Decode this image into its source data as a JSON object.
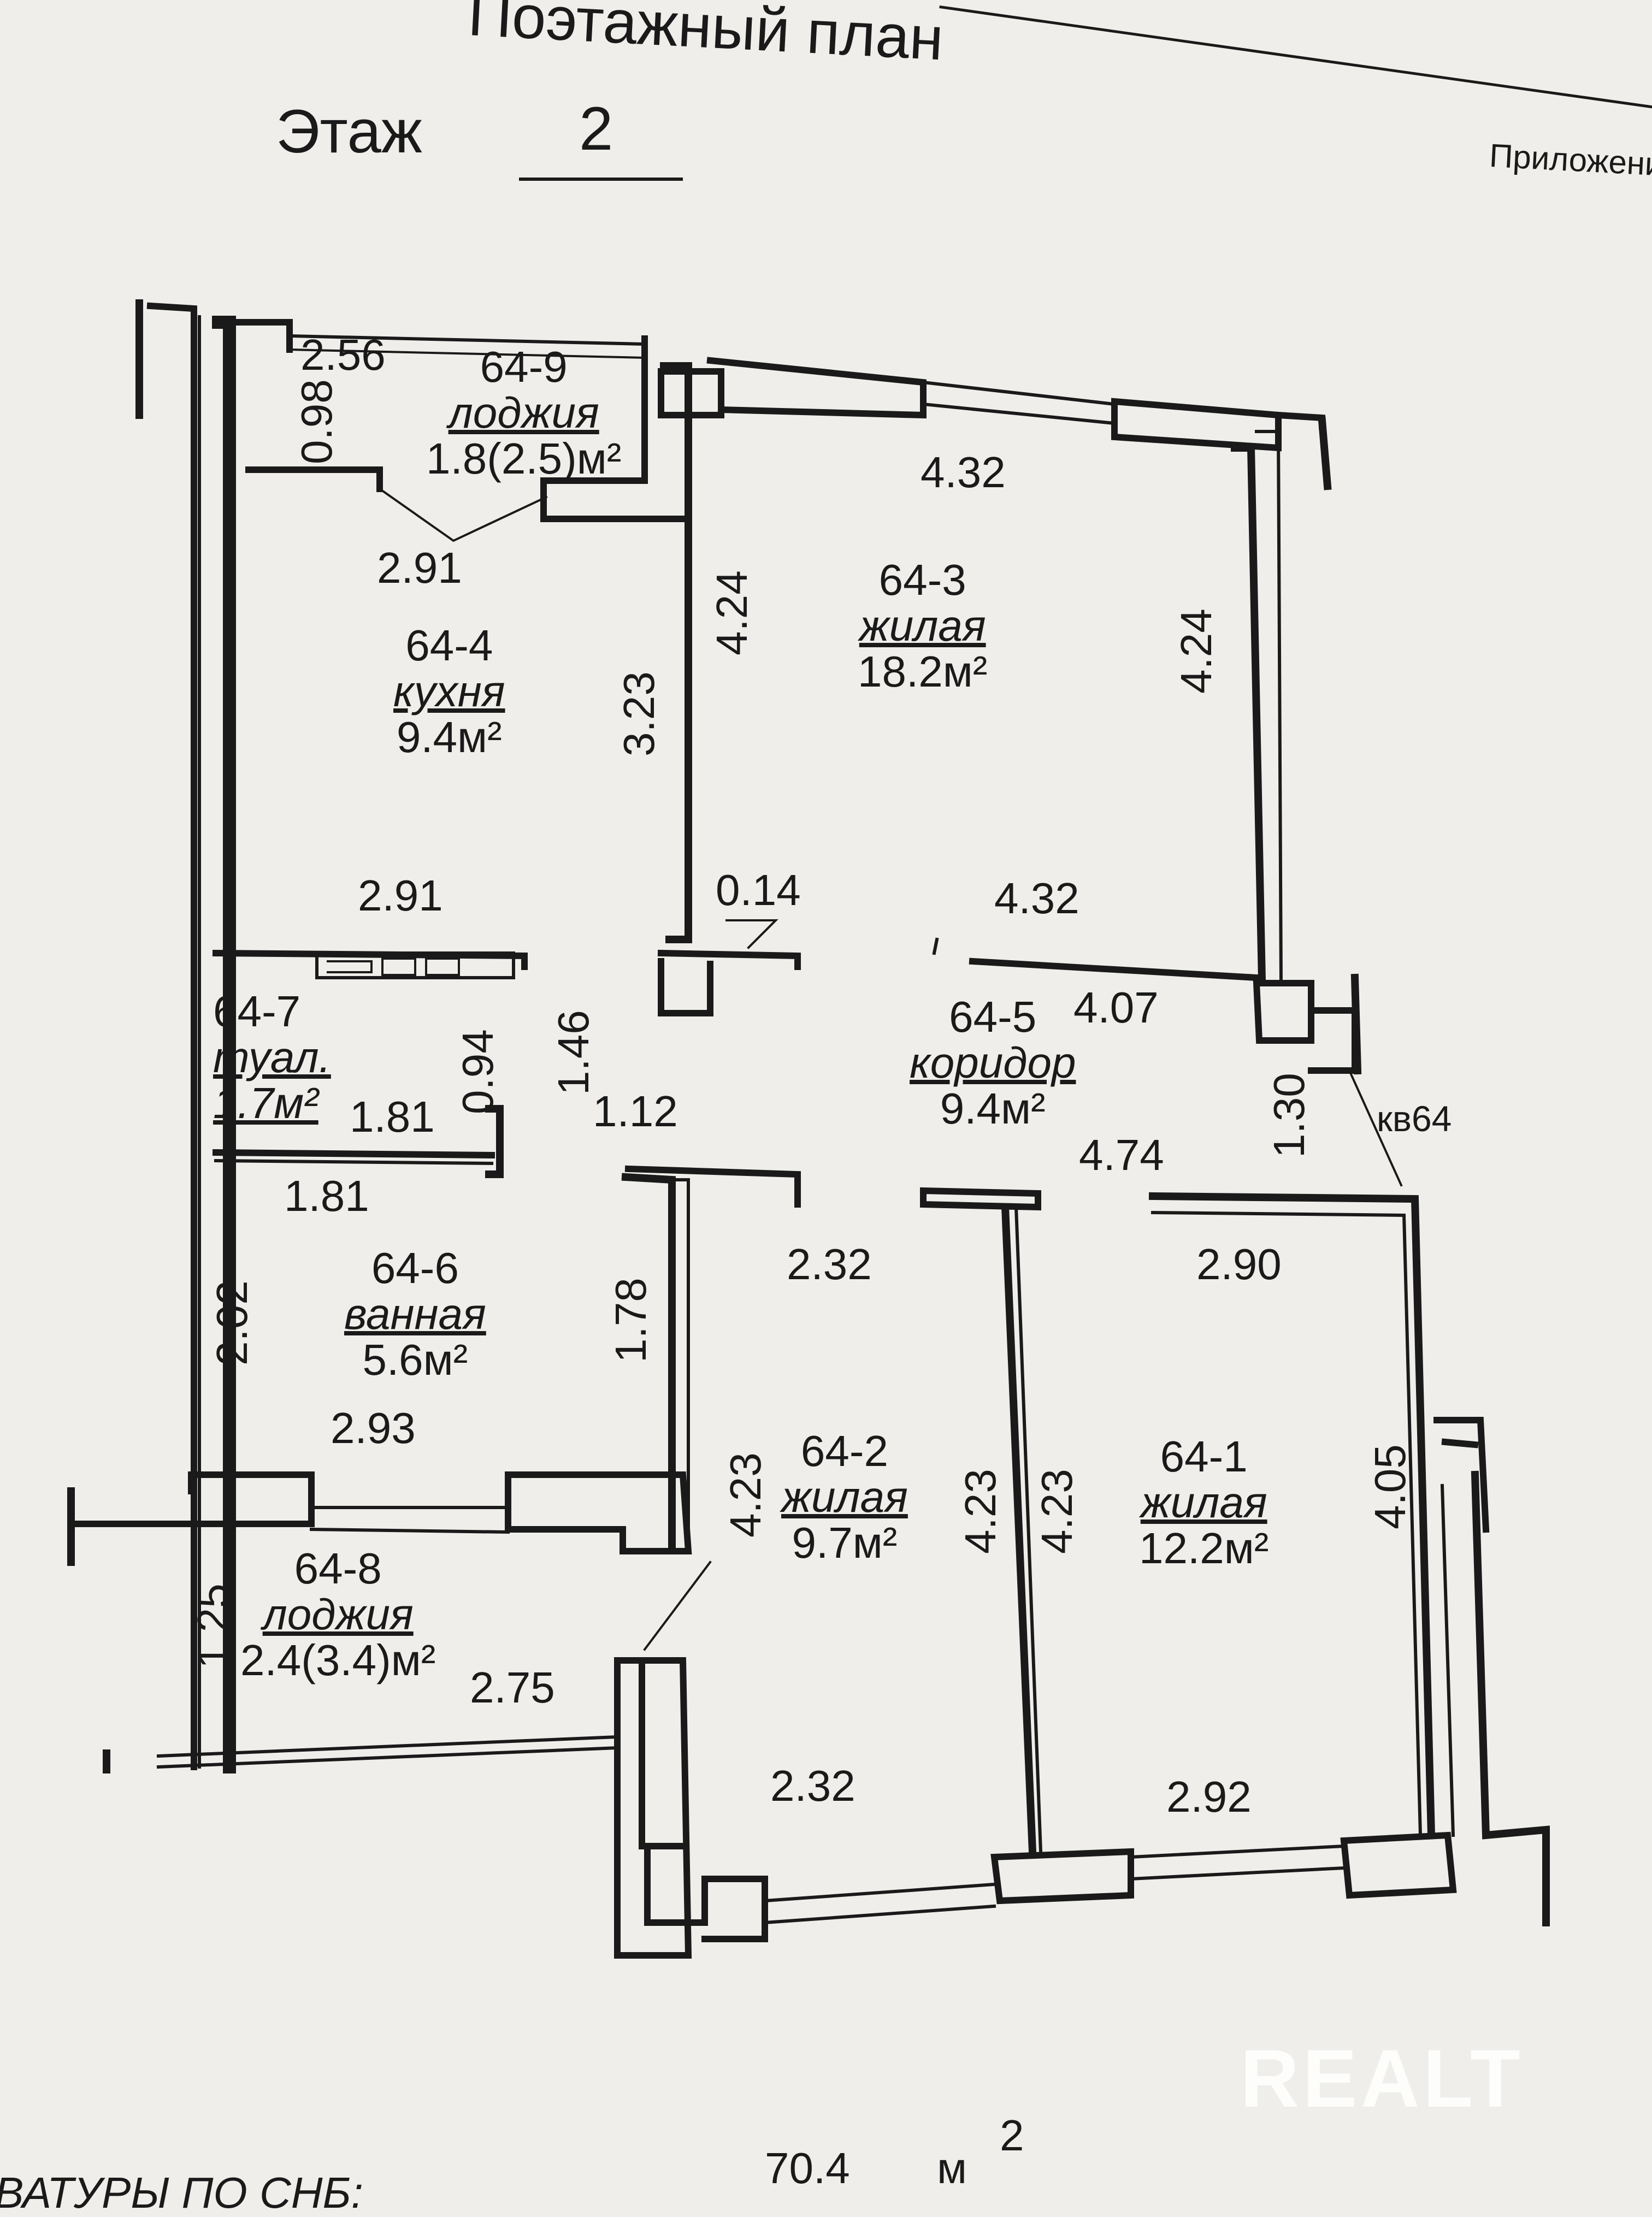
{
  "header": {
    "title": "Поэтажный план",
    "floor_label": "Этаж",
    "floor_value": "2",
    "appendix": "Приложение"
  },
  "dimensions": {
    "d_256": "2.56",
    "d_098": "0.98",
    "d_291_top": "2.91",
    "d_432_top": "4.32",
    "d_424_left": "4.24",
    "d_424_right": "4.24",
    "d_323": "3.23",
    "d_291_mid": "2.91",
    "d_014": "0.14",
    "d_432_mid": "4.32",
    "d_407": "4.07",
    "d_094": "0.94",
    "d_146": "1.46",
    "d_112": "1.12",
    "d_181_a": "1.81",
    "d_181_b": "1.81",
    "d_474": "4.74",
    "d_130": "1.30",
    "d_232_top": "2.32",
    "d_290": "2.90",
    "d_202": "2.02",
    "d_178": "1.78",
    "d_293": "2.93",
    "d_423_a": "4.23",
    "d_423_b": "4.23",
    "d_423_c": "4.23",
    "d_405": "4.05",
    "d_125": "1.25",
    "d_275": "2.75",
    "d_232_bottom": "2.32",
    "d_292": "2.92"
  },
  "rooms": {
    "r_64_9": {
      "id": "64-9",
      "name": "лоджия",
      "area": "1.8(2.5)м²"
    },
    "r_64_4": {
      "id": "64-4",
      "name": "кухня",
      "area": "9.4м²"
    },
    "r_64_3": {
      "id": "64-3",
      "name": "жилая",
      "area": "18.2м²"
    },
    "r_64_7": {
      "id": "64-7",
      "name": "туал.",
      "area": "1.7м²"
    },
    "r_64_5": {
      "id": "64-5",
      "name": "коридор",
      "area": "9.4м²"
    },
    "r_64_6": {
      "id": "64-6",
      "name": "ванная",
      "area": "5.6м²"
    },
    "r_64_2": {
      "id": "64-2",
      "name": "жилая",
      "area": "9.7м²"
    },
    "r_64_1": {
      "id": "64-1",
      "name": "жилая",
      "area": "12.2м²"
    },
    "r_64_8": {
      "id": "64-8",
      "name": "лоджия",
      "area": "2.4(3.4)м²"
    }
  },
  "apartment_label": "кв64",
  "footer": {
    "total_area": "70.4",
    "unit": "м",
    "unit_power": "2",
    "partial_text": "ВАТУРЫ ПО СНБ:"
  },
  "watermark": "REALT"
}
